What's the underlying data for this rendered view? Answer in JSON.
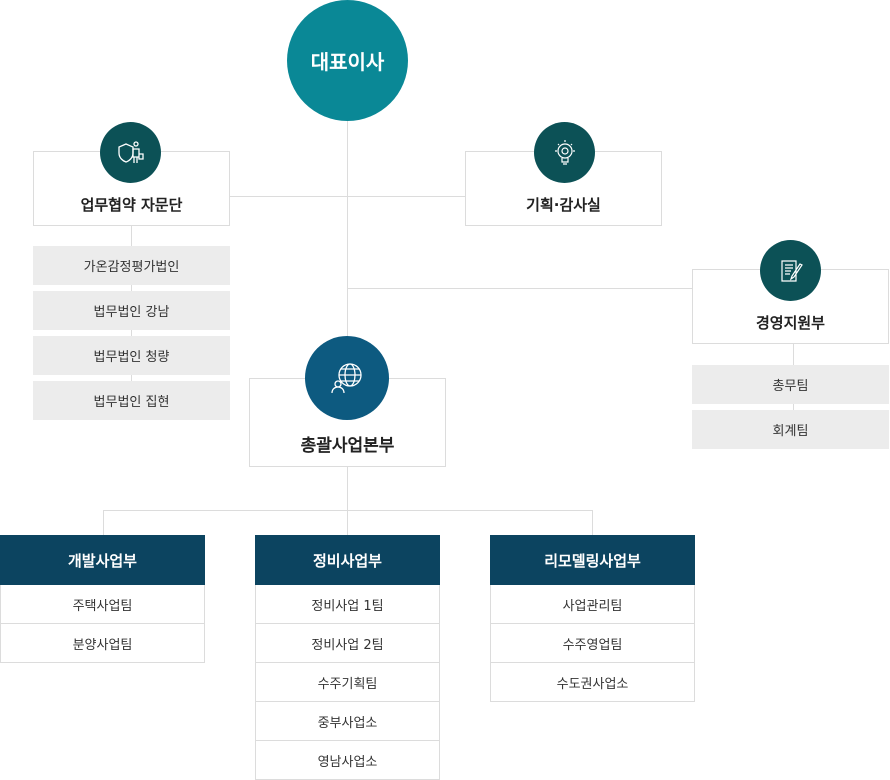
{
  "ceo": "대표이사",
  "advisory": {
    "title": "업무협약 자문단",
    "items": [
      "가온감정평가법인",
      "법무법인 강남",
      "법무법인 청량",
      "법무법인 집현"
    ]
  },
  "planning": {
    "title": "기획·감사실"
  },
  "management": {
    "title": "경영지원부",
    "items": [
      "총무팀",
      "회계팀"
    ]
  },
  "hq": {
    "title": "총괄사업본부"
  },
  "departments": [
    {
      "title": "개발사업부",
      "teams": [
        "주택사업팀",
        "분양사업팀"
      ]
    },
    {
      "title": "정비사업부",
      "teams": [
        "정비사업 1팀",
        "정비사업 2팀",
        "수주기획팀",
        "중부사업소",
        "영남사업소"
      ]
    },
    {
      "title": "리모델링사업부",
      "teams": [
        "사업관리팀",
        "수주영업팀",
        "수도권사업소"
      ]
    }
  ],
  "colors": {
    "ceo": "#0a8896",
    "icon": "#0c5156",
    "hq": "#0d5a80",
    "dept": "#0c4460"
  }
}
